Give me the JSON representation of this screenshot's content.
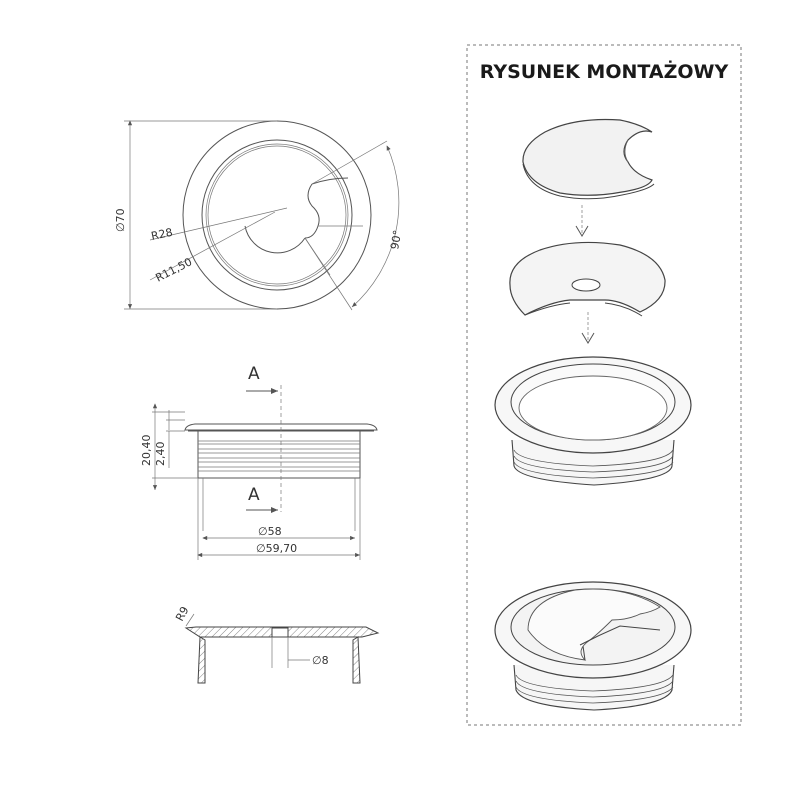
{
  "assembly": {
    "title": "RYSUNEK MONTAŻOWY"
  },
  "top_view": {
    "dim_diameter": "∅70",
    "dim_radius_outer": "R28",
    "dim_radius_inner": "R11,50",
    "dim_angle": "90°"
  },
  "side_view": {
    "dim_total_height": "20,40",
    "dim_flange_height": "2,40",
    "dim_inner_diameter": "∅58",
    "dim_outer_diameter": "∅59,70",
    "section_label_top": "A",
    "section_label_bottom": "A"
  },
  "section_view": {
    "dim_fillet": "R9",
    "dim_hole": "∅8"
  }
}
